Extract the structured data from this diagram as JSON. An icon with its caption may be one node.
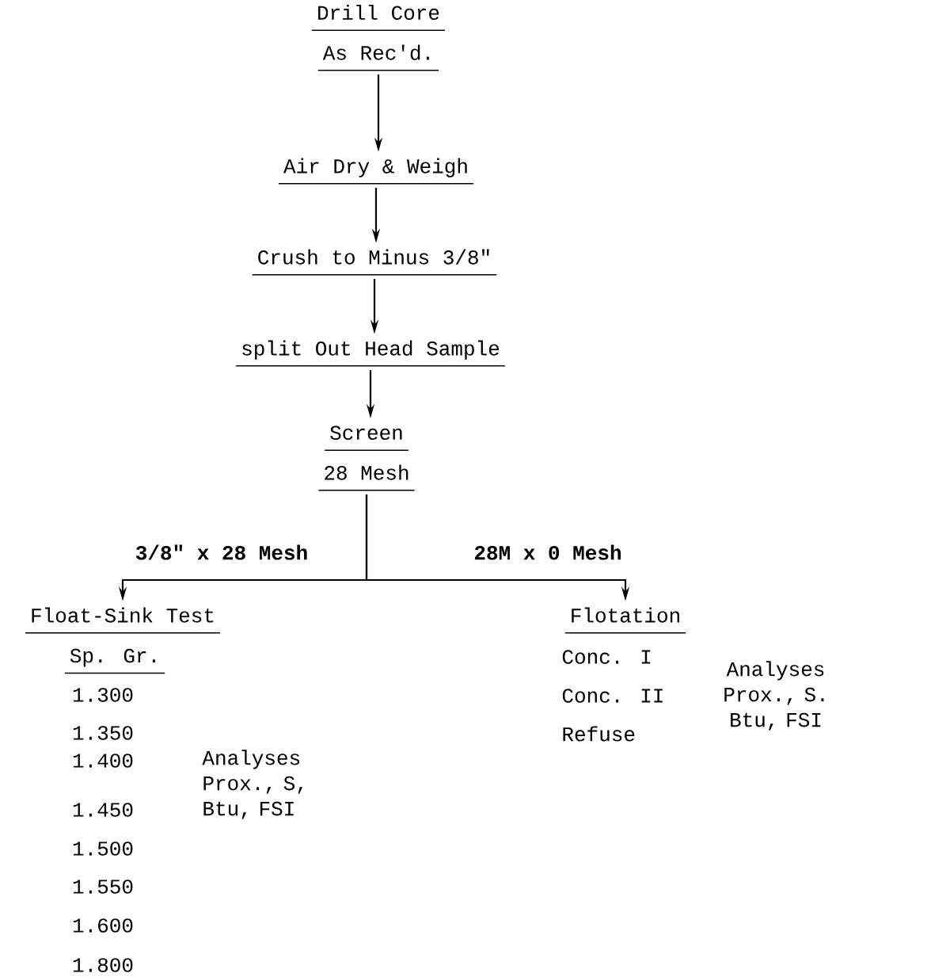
{
  "diagram": {
    "nodes": [
      {
        "text": [
          "Drill Core",
          "As Rec'd."
        ]
      },
      {
        "text": [
          "Air Dry & Weigh"
        ]
      },
      {
        "text": [
          "Crush to Minus 3/8\""
        ]
      },
      {
        "text": [
          "split Out Head Sample"
        ]
      },
      {
        "text": [
          "Screen",
          "28 Mesh"
        ]
      },
      {
        "text": [
          "Float-Sink Test"
        ]
      },
      {
        "text": [
          "Flotation"
        ]
      }
    ],
    "edges": [
      {
        "from": 0,
        "to": 1,
        "arrow": "to"
      },
      {
        "from": 1,
        "to": 2,
        "arrow": "to"
      },
      {
        "from": 2,
        "to": 3,
        "arrow": "to"
      },
      {
        "from": 3,
        "to": 4,
        "arrow": "to"
      },
      {
        "from": 4,
        "to": 5,
        "arrow": "to",
        "label": "3/8\" x 28 Mesh"
      },
      {
        "from": 4,
        "to": 6,
        "arrow": "to",
        "label": "28M x 0 Mesh"
      }
    ],
    "labels": [
      "Sp. Gr.",
      "1.300",
      "1.350",
      "1.400",
      "1.450",
      "1.500",
      "1.550",
      "1.600",
      "1.800",
      "Analyses Prox., S, Btu, FSI",
      "Conc. I",
      "Conc. II",
      "Refuse",
      "Analyses Prox., S. Btu, FSI"
    ]
  }
}
